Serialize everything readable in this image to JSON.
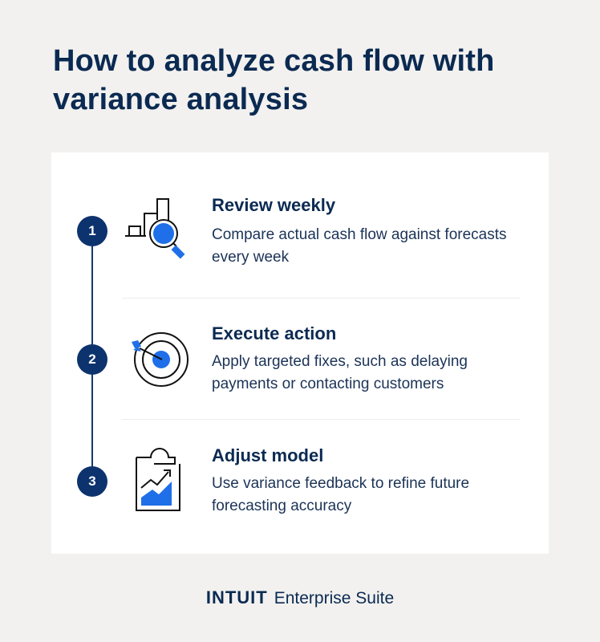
{
  "title": "How to analyze cash flow with variance analysis",
  "colors": {
    "background": "#f2f1ef",
    "card": "#ffffff",
    "navy": "#0d336e",
    "accent_blue": "#1f6fe8"
  },
  "steps": [
    {
      "number": "1",
      "icon": "magnifier-bar-chart-icon",
      "title": "Review weekly",
      "description": "Compare actual cash flow against forecasts every week"
    },
    {
      "number": "2",
      "icon": "target-arrow-icon",
      "title": "Execute action",
      "description": "Apply targeted fixes, such as delaying payments or contacting customers"
    },
    {
      "number": "3",
      "icon": "clipboard-trend-icon",
      "title": "Adjust model",
      "description": "Use variance feedback to refine future forecasting accuracy"
    }
  ],
  "footer": {
    "brand": "INTUIT",
    "product": "Enterprise Suite"
  }
}
